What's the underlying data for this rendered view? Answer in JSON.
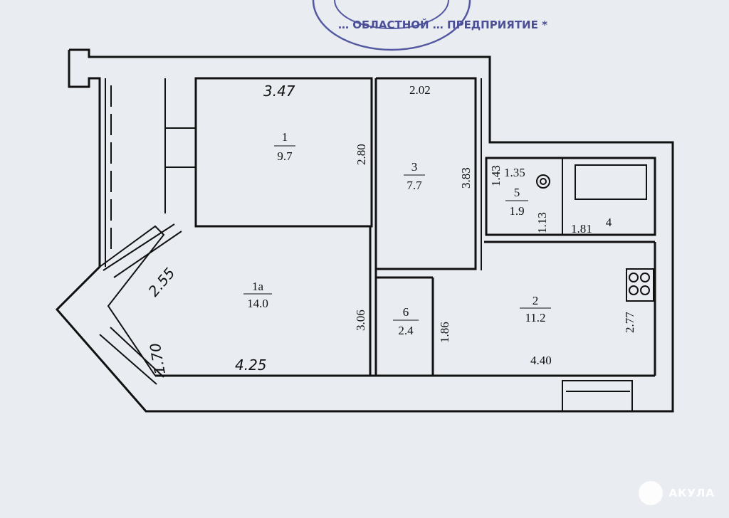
{
  "stamp": {
    "text": "… ОБЛАСТНОЙ … ПРЕДПРИЯТИЕ *"
  },
  "rooms": [
    {
      "number": "1",
      "area": "9.7"
    },
    {
      "number": "3",
      "area": "7.7"
    },
    {
      "number": "5",
      "area": "1.9"
    },
    {
      "number": "4",
      "area": ""
    },
    {
      "number": "1а",
      "area": "14.0"
    },
    {
      "number": "6",
      "area": "2.4"
    },
    {
      "number": "2",
      "area": "11.2"
    }
  ],
  "dimensions": {
    "d_347": "3.47",
    "d_202": "2.02",
    "d_280": "2.80",
    "d_383": "3.83",
    "d_143": "1.43",
    "d_135": "1.35",
    "d_113": "1.13",
    "d_181": "1.81",
    "d_255": "2.55",
    "d_170": "1.70",
    "d_425": "4.25",
    "d_306": "3.06",
    "d_186": "1.86",
    "d_440": "4.40",
    "d_277": "2.77"
  },
  "watermark": {
    "brand": "АКУЛА"
  }
}
